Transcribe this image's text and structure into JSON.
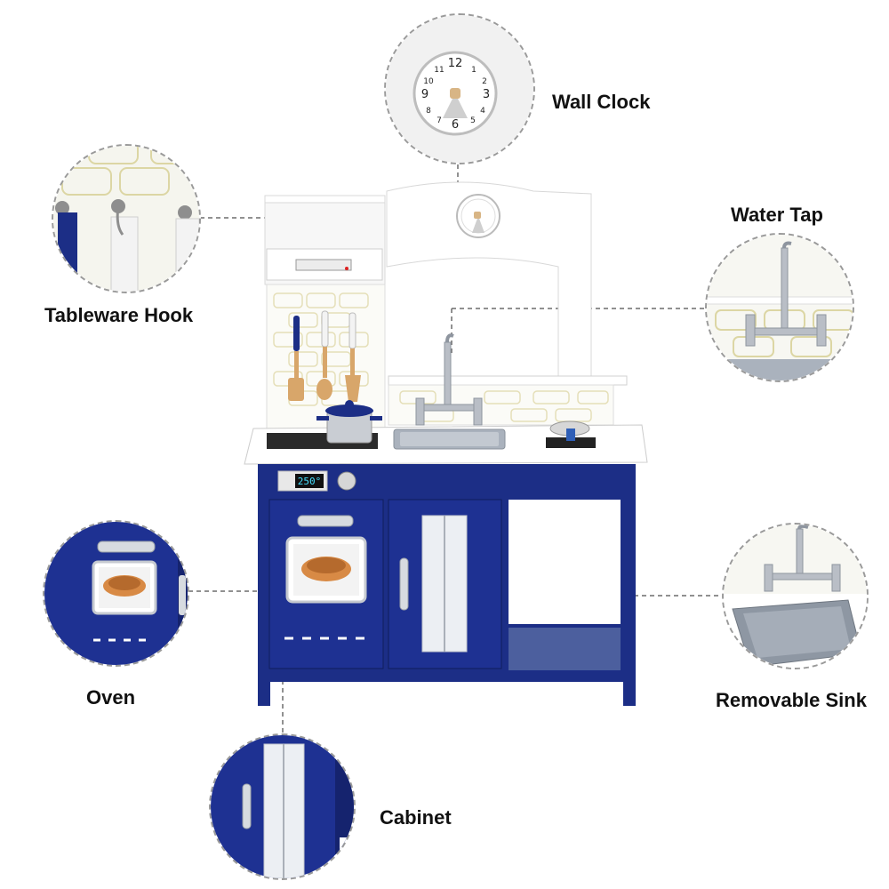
{
  "callouts": {
    "wall_clock": "Wall Clock",
    "tableware_hook": "Tableware Hook",
    "water_tap": "Water Tap",
    "oven": "Oven",
    "removable_sink": "Removable Sink",
    "cabinet": "Cabinet"
  },
  "oven_display": "250°",
  "clock_numbers": [
    "12",
    "1",
    "2",
    "3",
    "4",
    "5",
    "6",
    "7",
    "8",
    "9",
    "10",
    "11"
  ],
  "colors": {
    "navy": "#1c2e86",
    "white": "#ffffff",
    "wood": "#d8a66a",
    "silver": "#b9bec6",
    "sink_gray": "#8e97a3",
    "dashed_line": "#6d6d6d"
  }
}
